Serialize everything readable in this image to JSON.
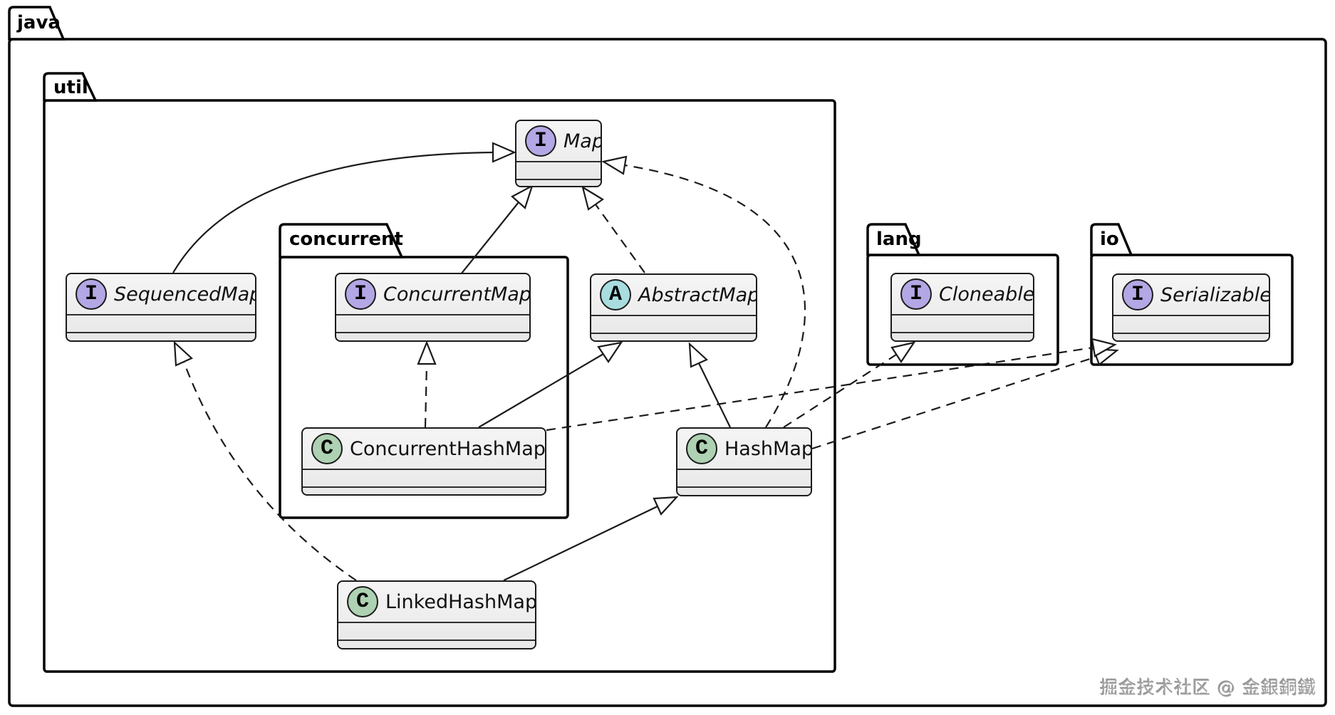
{
  "packages": [
    {
      "id": "java",
      "label": "java"
    },
    {
      "id": "util",
      "label": "util"
    },
    {
      "id": "concurrent",
      "label": "concurrent"
    },
    {
      "id": "lang",
      "label": "lang"
    },
    {
      "id": "io",
      "label": "io"
    }
  ],
  "classes": [
    {
      "name": "Map",
      "kind": "interface",
      "letter": "I",
      "package": "java.util"
    },
    {
      "name": "SequencedMap",
      "kind": "interface",
      "letter": "I",
      "package": "java.util"
    },
    {
      "name": "ConcurrentMap",
      "kind": "interface",
      "letter": "I",
      "package": "java.util.concurrent"
    },
    {
      "name": "AbstractMap",
      "kind": "abstract",
      "letter": "A",
      "package": "java.util"
    },
    {
      "name": "Cloneable",
      "kind": "interface",
      "letter": "I",
      "package": "java.lang"
    },
    {
      "name": "Serializable",
      "kind": "interface",
      "letter": "I",
      "package": "java.io"
    },
    {
      "name": "ConcurrentHashMap",
      "kind": "class",
      "letter": "C",
      "package": "java.util.concurrent"
    },
    {
      "name": "HashMap",
      "kind": "class",
      "letter": "C",
      "package": "java.util"
    },
    {
      "name": "LinkedHashMap",
      "kind": "class",
      "letter": "C",
      "package": "java.util"
    }
  ],
  "relations": [
    {
      "from": "SequencedMap",
      "to": "Map",
      "line": "solid",
      "type": "extends"
    },
    {
      "from": "ConcurrentMap",
      "to": "Map",
      "line": "solid",
      "type": "extends"
    },
    {
      "from": "AbstractMap",
      "to": "Map",
      "line": "dashed",
      "type": "implements"
    },
    {
      "from": "HashMap",
      "to": "Map",
      "line": "dashed",
      "type": "implements"
    },
    {
      "from": "ConcurrentHashMap",
      "to": "ConcurrentMap",
      "line": "dashed",
      "type": "implements"
    },
    {
      "from": "ConcurrentHashMap",
      "to": "AbstractMap",
      "line": "solid",
      "type": "extends"
    },
    {
      "from": "ConcurrentHashMap",
      "to": "Serializable",
      "line": "dashed",
      "type": "implements"
    },
    {
      "from": "HashMap",
      "to": "AbstractMap",
      "line": "solid",
      "type": "extends"
    },
    {
      "from": "HashMap",
      "to": "Cloneable",
      "line": "dashed",
      "type": "implements"
    },
    {
      "from": "HashMap",
      "to": "Serializable",
      "line": "dashed",
      "type": "implements"
    },
    {
      "from": "LinkedHashMap",
      "to": "HashMap",
      "line": "solid",
      "type": "extends"
    },
    {
      "from": "LinkedHashMap",
      "to": "SequencedMap",
      "line": "dashed",
      "type": "implements"
    }
  ],
  "watermark": "掘金技术社区 @ 金銀銅鐵",
  "colors": {
    "interface_circle": "#B4A7E5",
    "abstract_circle": "#A9DCDF",
    "class_circle": "#ADD1B2",
    "box_fill": "#F0F0F0",
    "border": "#1B1B1B",
    "background": "#FFFFFF"
  }
}
